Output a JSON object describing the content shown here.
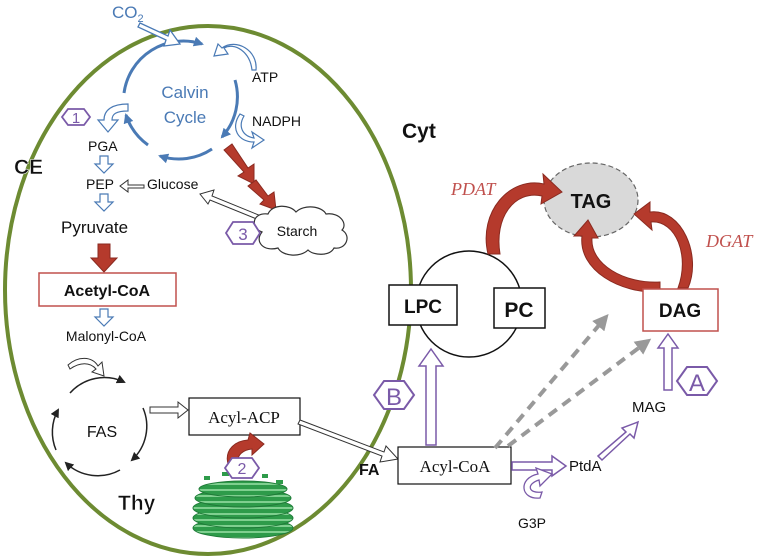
{
  "labels": {
    "co2": "CO",
    "co2_sub": "2",
    "calvin_line1": "Calvin",
    "calvin_line2": "Cycle",
    "atp": "ATP",
    "nadph": "NADPH",
    "cyt": "Cyt",
    "ce": "CE",
    "pga": "PGA",
    "pep": "PEP",
    "glucose": "Glucose",
    "pyruvate": "Pyruvate",
    "starch": "Starch",
    "acetyl_coa": "Acetyl-CoA",
    "malonyl_coa": "Malonyl-CoA",
    "fas": "FAS",
    "acyl_acp": "Acyl-ACP",
    "thy": "Thy",
    "fa": "FA",
    "acyl_coa": "Acyl-CoA",
    "ptda": "PtdA",
    "g3p": "G3P",
    "mag": "MAG",
    "dag": "DAG",
    "tag": "TAG",
    "pdat": "PDAT",
    "dgat": "DGAT",
    "lpc": "LPC",
    "pc": "PC"
  },
  "badges": {
    "b1": "1",
    "b2": "2",
    "b3": "3",
    "bA": "A",
    "bB": "B"
  },
  "colors": {
    "cell_border": "#6d8b32",
    "calvin": "#4a7ab5",
    "red_arrow": "#b53a2c",
    "enzyme_text": "#c0504d",
    "purple": "#7a5aa8",
    "acetyl_box": "#c0504d",
    "dag_box": "#c0504d",
    "tag_fill": "#d9d9d9",
    "dashed_arrow": "#999999",
    "thylakoid": "#2e9b4a"
  }
}
